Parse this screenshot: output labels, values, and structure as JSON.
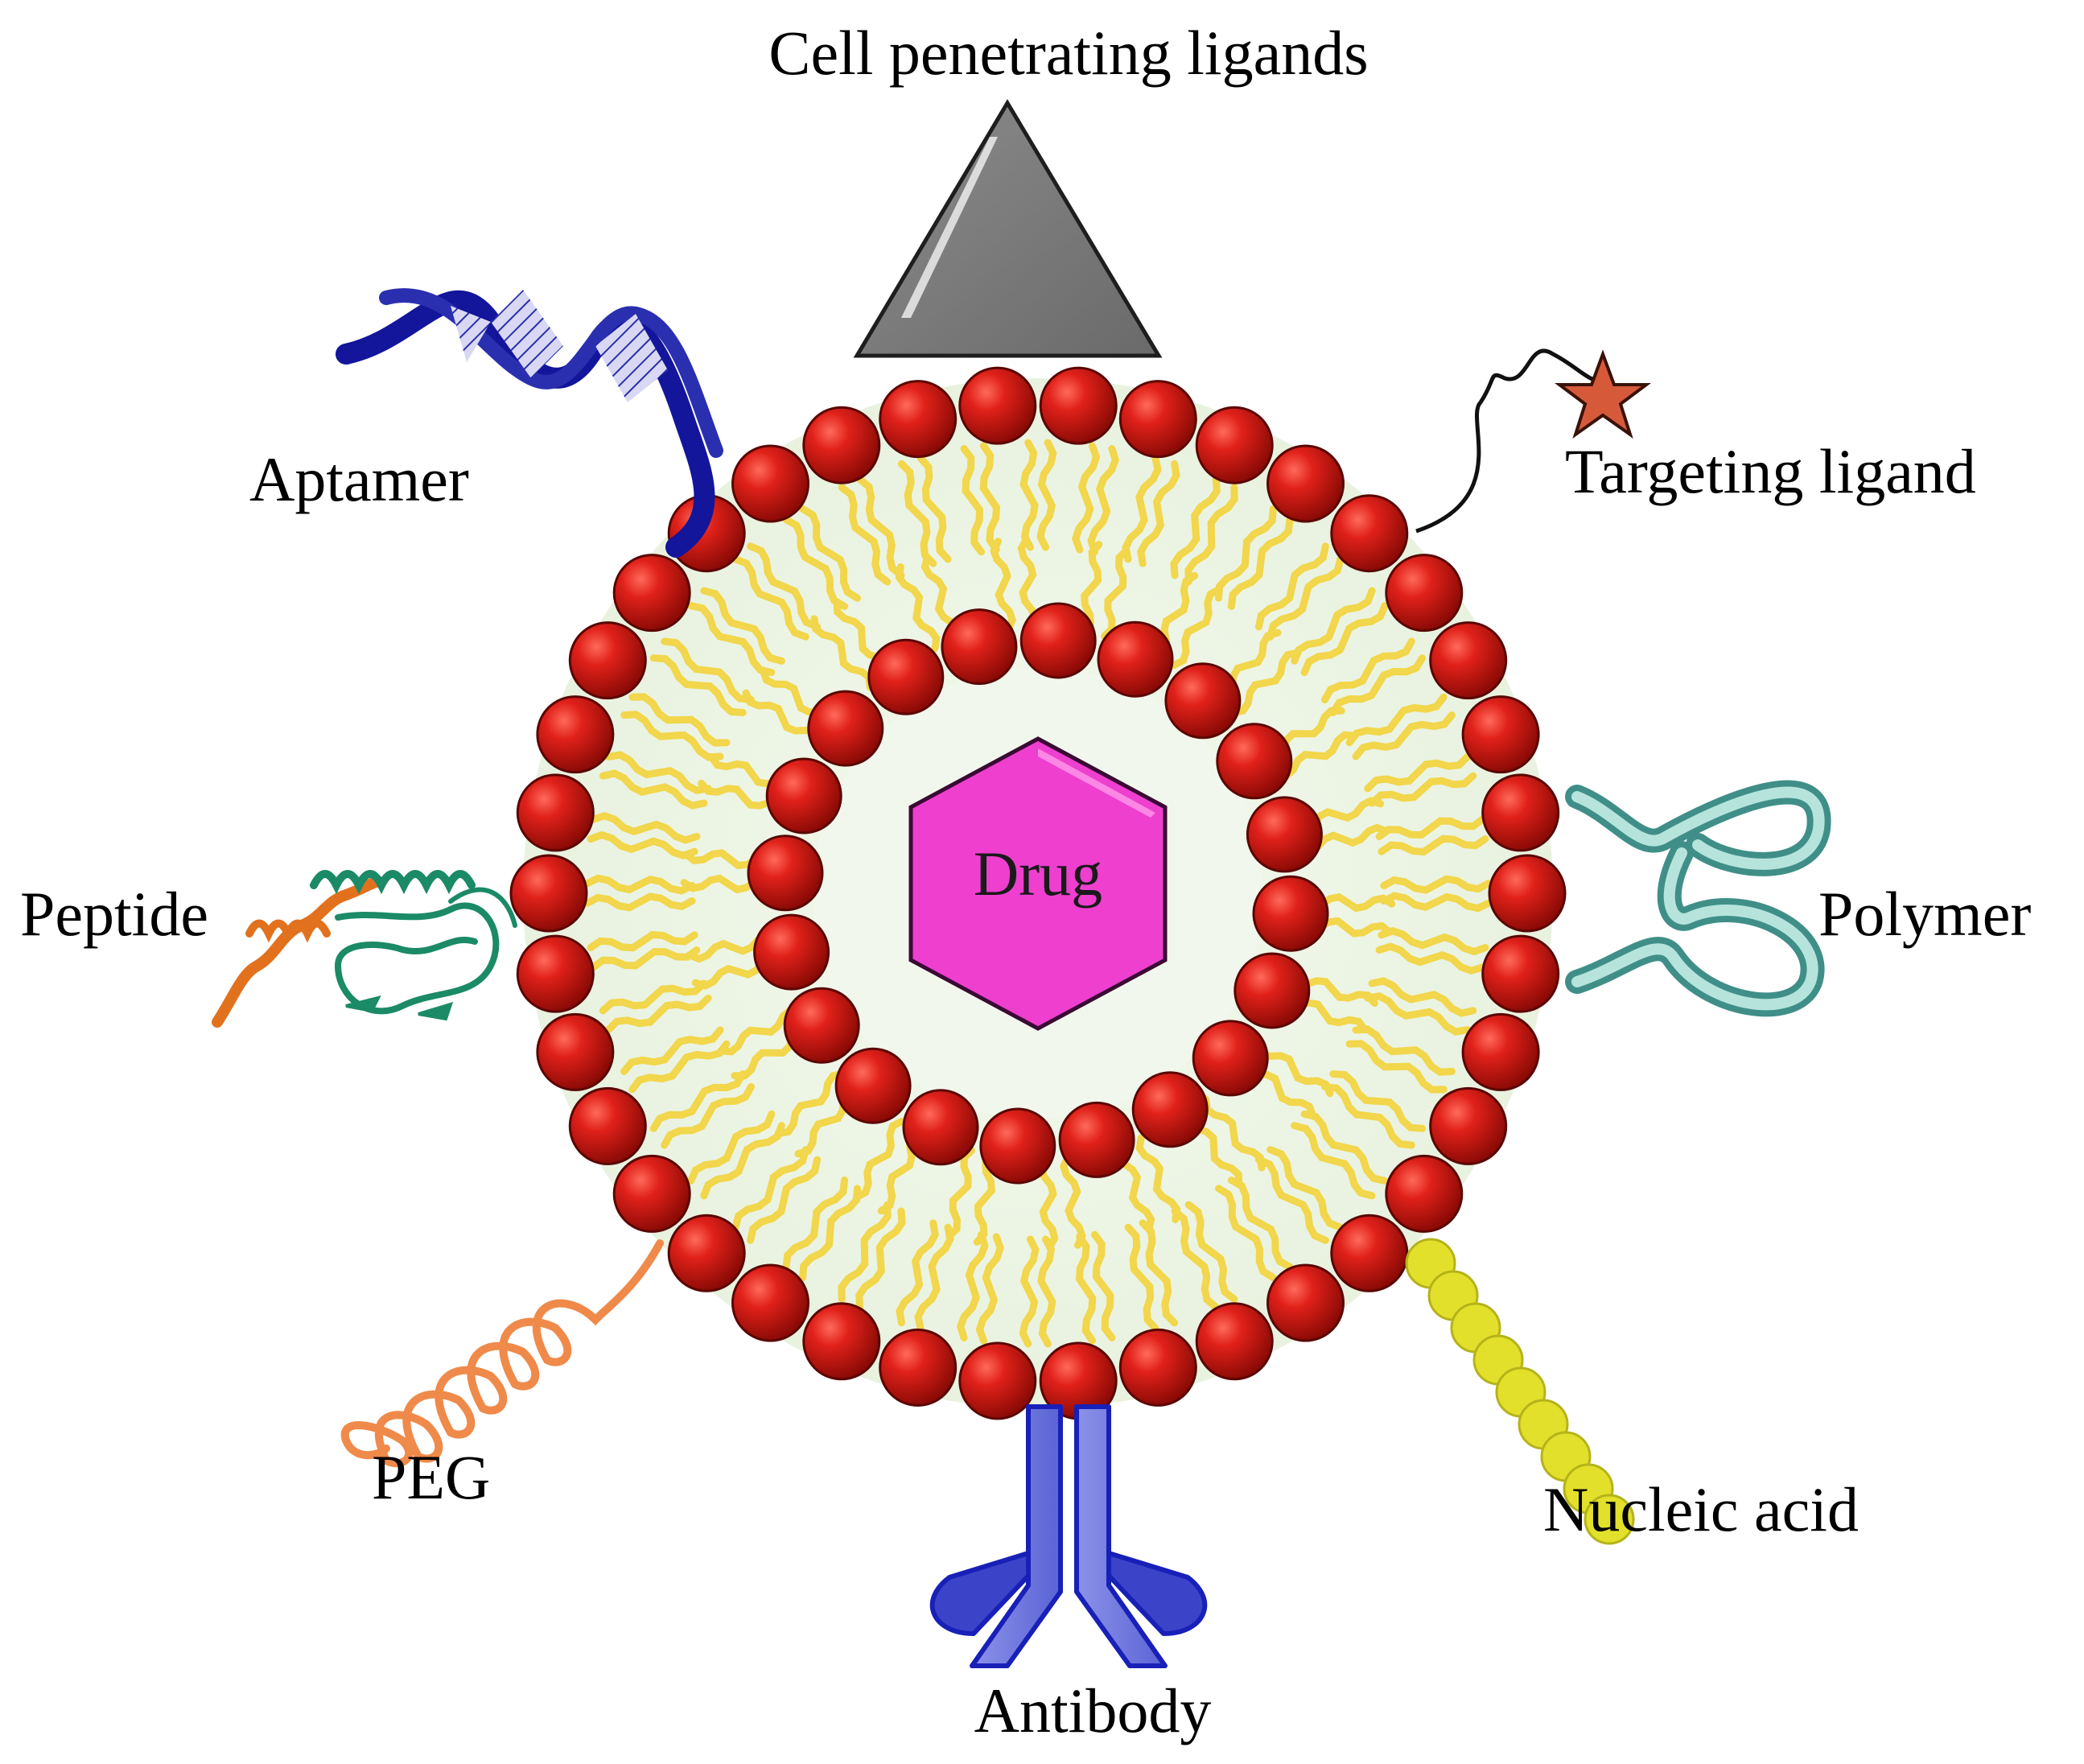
{
  "labels": {
    "cell_penetrating": "Cell penetrating ligands",
    "aptamer": "Aptamer",
    "targeting": "Targeting ligand",
    "peptide": "Peptide",
    "polymer": "Polymer",
    "peg": "PEG",
    "nucleic_acid": "Nucleic acid",
    "antibody": "Antibody",
    "drug": "Drug"
  },
  "colors": {
    "head_group": "#cc1a12",
    "lipid_tail": "#f2d64b",
    "core_fill": "#eef5e6",
    "drug": "#ee3fcf",
    "triangle": "#7a7a7a",
    "aptamer": "#13169a",
    "star": "#d65a3a",
    "peptide_helix": "#e2711d",
    "peptide_fold": "#1b8a66",
    "polymer": "#6fb5ad",
    "peg": "#ef8a4a",
    "nucleic_acid": "#e2e02a",
    "antibody": "#3b44c8"
  },
  "icons": {
    "cell_penetrating": "triangle-icon",
    "aptamer": "dna-helix-icon",
    "targeting": "star-icon",
    "peptide": "protein-icon",
    "polymer": "coil-icon",
    "peg": "spring-icon",
    "nucleic_acid": "bead-chain-icon",
    "antibody": "antibody-icon"
  }
}
